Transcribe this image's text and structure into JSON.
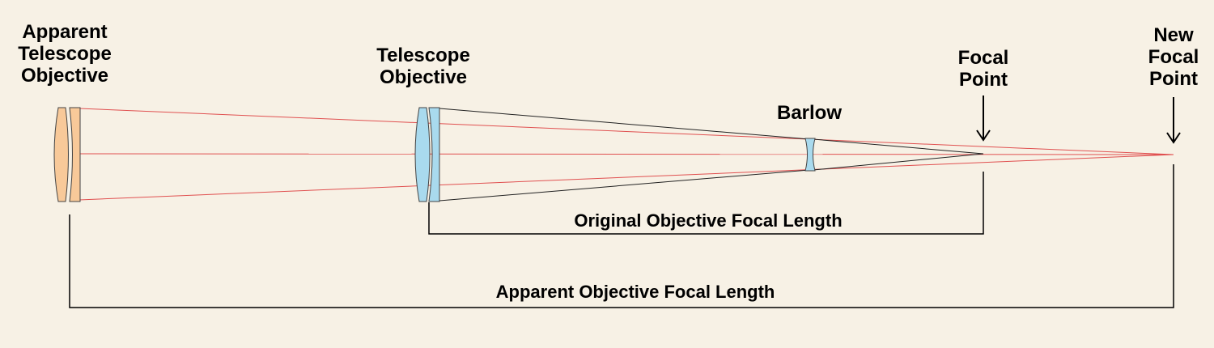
{
  "labels": {
    "apparent_objective": [
      "Apparent",
      "Telescope",
      "Objective"
    ],
    "telescope_objective": [
      "Telescope",
      "Objective"
    ],
    "barlow": "Barlow",
    "focal_point": [
      "Focal",
      "Point"
    ],
    "new_focal_point": [
      "New",
      "Focal",
      "Point"
    ],
    "original_focal_length": "Original Objective Focal Length",
    "apparent_focal_length": "Apparent Objective Focal Length"
  },
  "colors": {
    "background": "#f7f1e5",
    "apparent_lens": "#f8c999",
    "objective_lens": "#a9daee",
    "ray_red": "#e05050",
    "ray_black": "#222222",
    "line": "#000000"
  }
}
